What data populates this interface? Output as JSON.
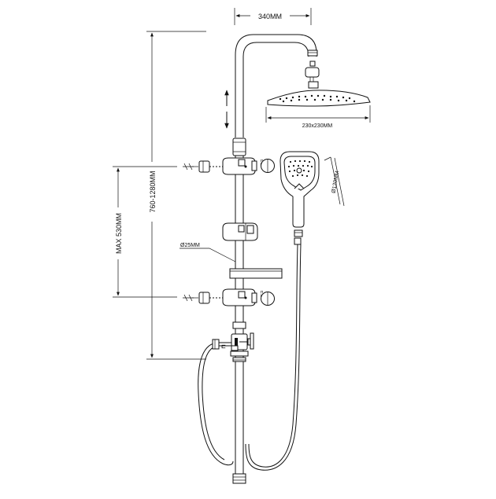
{
  "dimensions": {
    "arm_reach": "340MM",
    "head_size": "230x230MM",
    "height_range": "760-1280MM",
    "slide_max": "MAX 530MM",
    "pipe_diameter": "Ø25MM",
    "handset_diameter": "Ø120MM"
  }
}
